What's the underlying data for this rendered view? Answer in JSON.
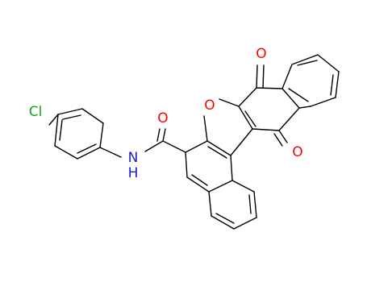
{
  "atoms": {
    "chlorine": "Cl",
    "amide_nitrogen": "N",
    "amide_hydrogen": "H",
    "amide_oxygen": "O",
    "furan_oxygen": "O",
    "quinone_oxygen_top": "O",
    "quinone_oxygen_bottom": "O"
  },
  "colors": {
    "bond": "#000000",
    "oxygen": "#ff0000",
    "nitrogen": "#1b1bcf",
    "chlorine": "#19a519"
  }
}
